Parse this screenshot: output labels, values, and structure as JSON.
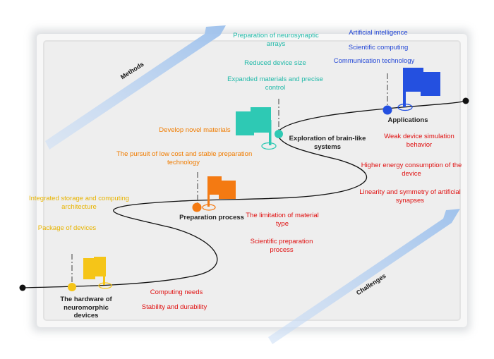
{
  "colors": {
    "hardware": "#f5c518",
    "preparation": "#f47a12",
    "exploration": "#2ec9b4",
    "applications": "#2450e0",
    "challenge": "#e01010",
    "arrow": "#a9c8ee"
  },
  "arrows": {
    "methods": "Methods",
    "challenges": "Challenges"
  },
  "stages": {
    "hardware": {
      "title_line1": "The hardware of",
      "title_line2": "neuromorphic",
      "title_line3": "devices"
    },
    "preparation": {
      "title": "Preparation process"
    },
    "exploration": {
      "title_line1": "Exploration of brain-like",
      "title_line2": "systems"
    },
    "applications": {
      "title": "Applications"
    }
  },
  "methods": {
    "hardware": [
      "Integrated storage and computing",
      "architecture",
      "Package of devices"
    ],
    "preparation": [
      "Develop novel materials",
      "The pursuit of low cost and stable preparation",
      "technology"
    ],
    "exploration": [
      "Preparation of neurosynaptic",
      "arrays",
      "Reduced device size",
      "Expanded materials and precise",
      "control"
    ],
    "applications": [
      "Artificial intelligence",
      "Scientific computing",
      "Communication technology"
    ]
  },
  "challenges": {
    "hardware": [
      "Computing needs",
      "Stability and durability"
    ],
    "preparation": [
      "The limitation of material",
      "type",
      "Scientific preparation",
      "process"
    ],
    "exploration": [
      "Weak device simulation",
      "behavior",
      "Higher energy consumption of the",
      "device",
      "Linearity and symmetry of artificial",
      "synapses"
    ]
  }
}
